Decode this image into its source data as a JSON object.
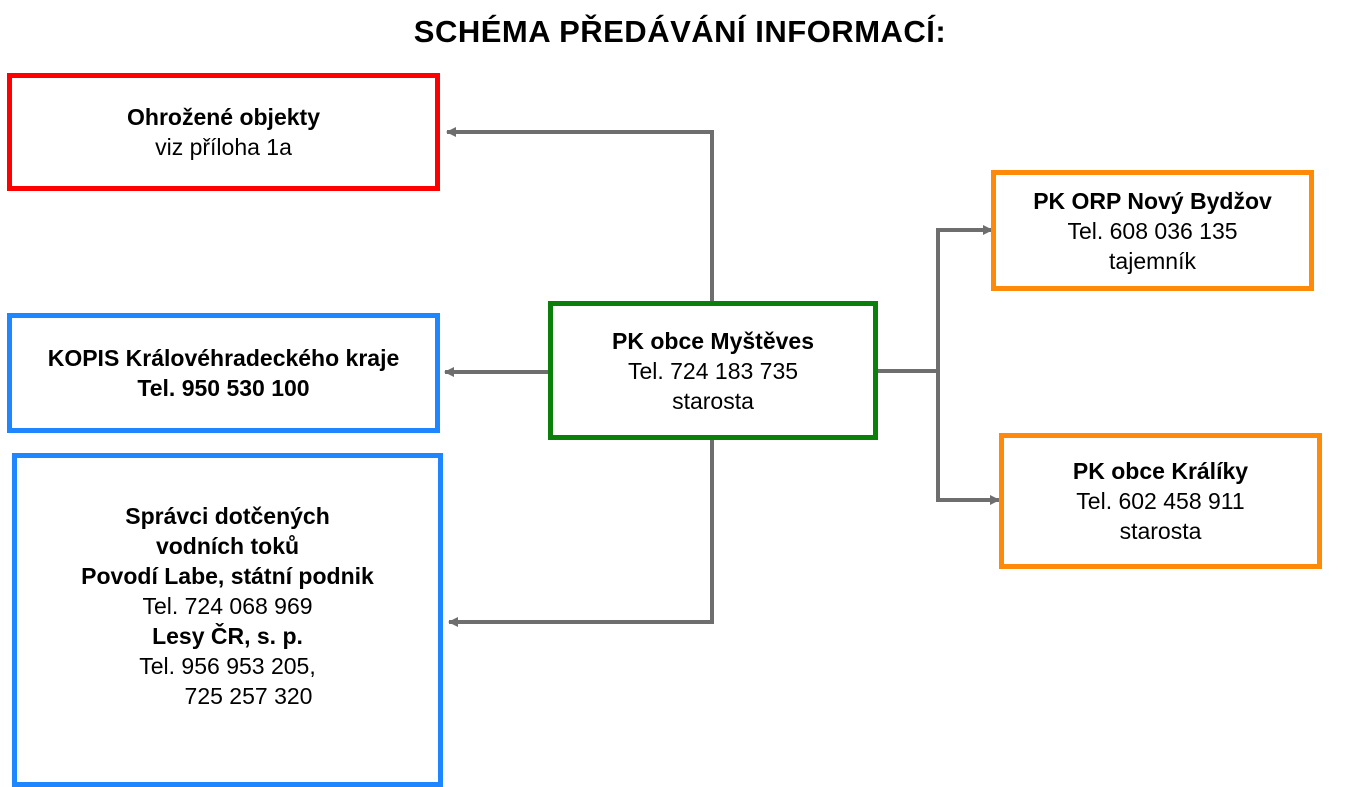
{
  "title": "SCHÉMA PŘEDÁVÁNÍ INFORMACÍ:",
  "colors": {
    "red": "#ff0000",
    "blue": "#1e87ff",
    "green": "#0a7f0a",
    "orange": "#ff8a0a",
    "connector": "#6e6e6e"
  },
  "nodes": {
    "center": {
      "name": "PK obce Myštěves",
      "phone": "Tel. 724 183 735",
      "role": "starosta"
    },
    "threatened": {
      "name": "Ohrožené objekty",
      "note": "viz příloha 1a"
    },
    "kopis": {
      "name": "KOPIS Královéhradeckého kraje",
      "phone": "Tel. 950 530 100"
    },
    "managers": {
      "line1": "Správci dotčených",
      "line2": "vodních toků",
      "org1": "Povodí Labe, státní podnik",
      "org1_phone": "Tel. 724 068 969",
      "org2": "Lesy ČR, s. p.",
      "org2_phone1": "Tel. 956 953 205,",
      "org2_phone2": "725 257 320"
    },
    "orp": {
      "name": "PK ORP Nový Bydžov",
      "phone": "Tel. 608 036 135",
      "role": "tajemník"
    },
    "kraliky": {
      "name": "PK obce Králíky",
      "phone": "Tel. 602 458 911",
      "role": "starosta"
    }
  }
}
